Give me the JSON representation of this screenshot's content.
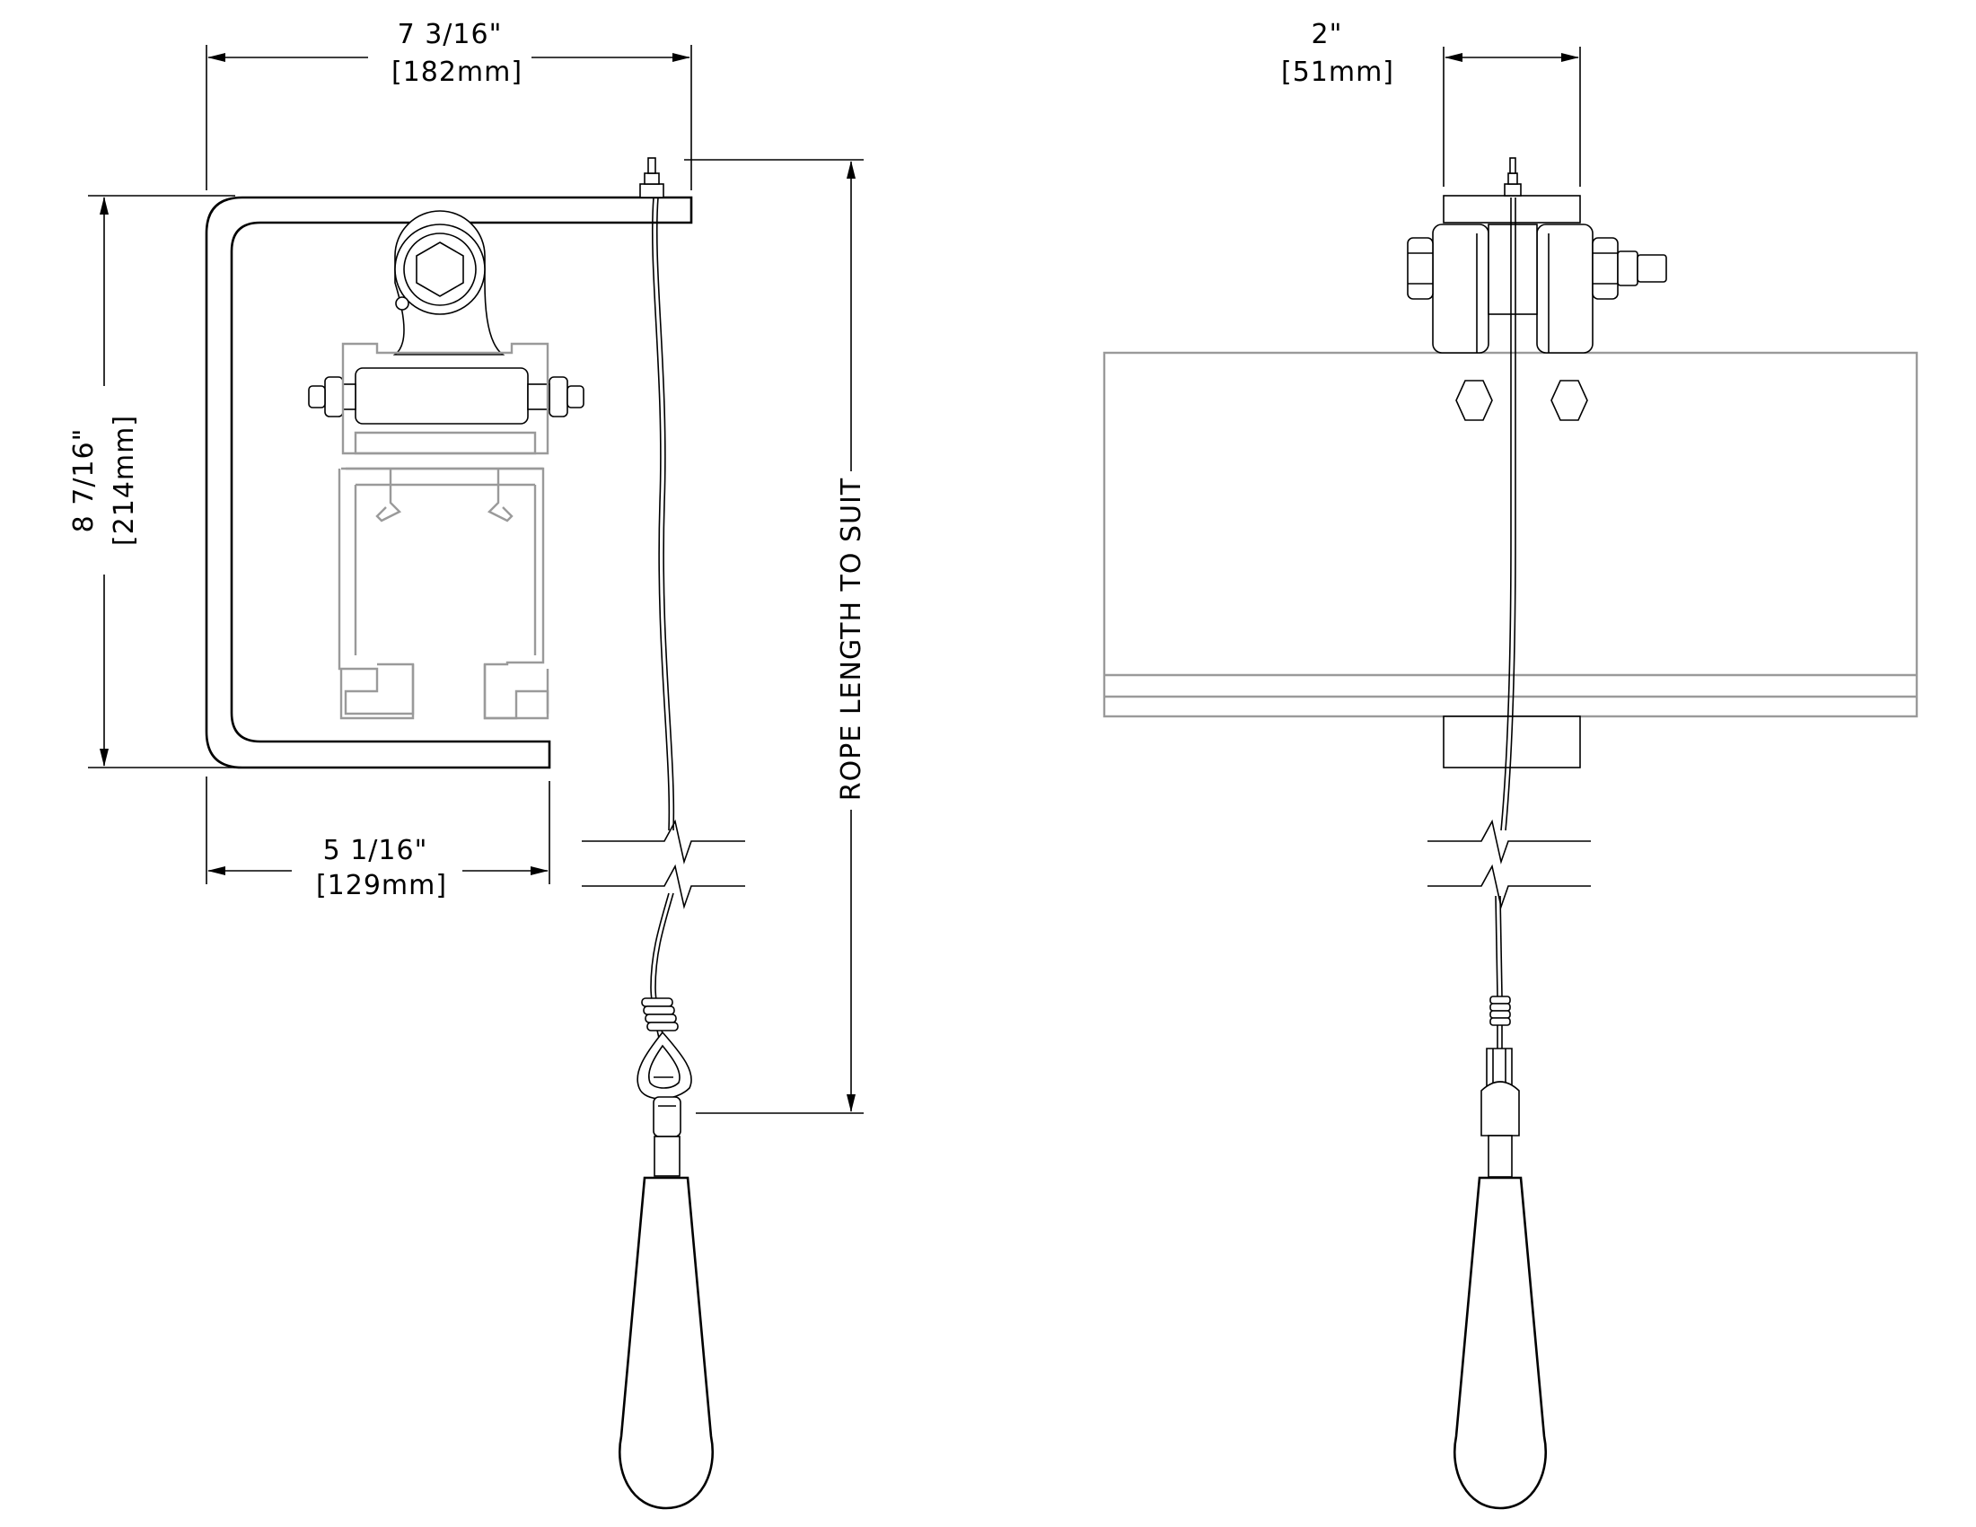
{
  "dimensions": {
    "width_overall": {
      "imperial": "7 3/16\"",
      "metric": "[182mm]"
    },
    "height_overall": {
      "imperial": "8 7/16\"",
      "metric": "[214mm]"
    },
    "width_inner": {
      "imperial": "5 1/16\"",
      "metric": "[129mm]"
    },
    "width_side": {
      "imperial": "2\"",
      "metric": "[51mm]"
    },
    "rope_note": "ROPE LENGTH TO SUIT"
  }
}
